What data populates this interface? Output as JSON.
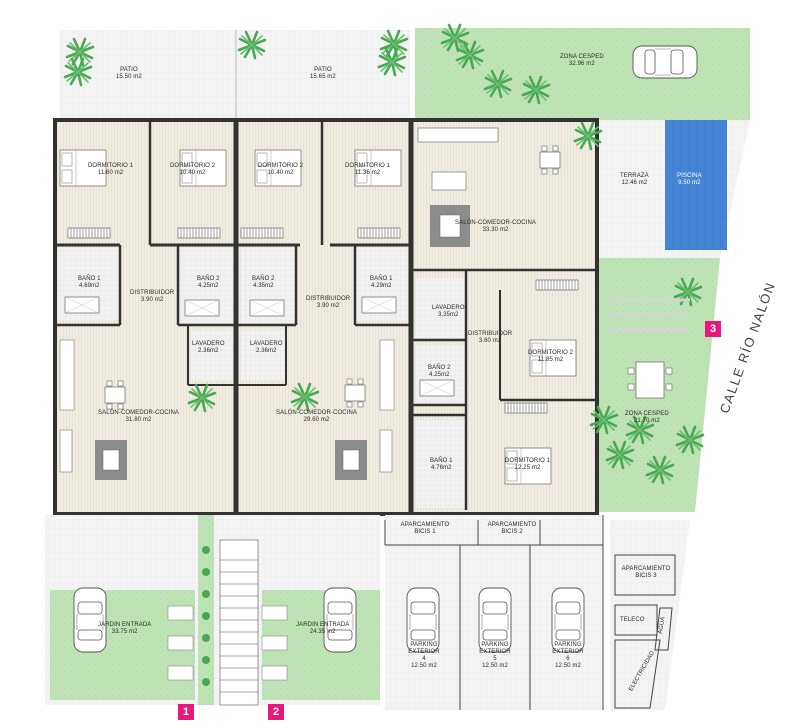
{
  "plan": {
    "colors": {
      "wall": "#3a3a3a",
      "wood_floor": "#efebe0",
      "tile_floor": "#ececec",
      "garden": "#b8e0b0",
      "pool": "#3e7fd1",
      "paving": "#f3f3f3",
      "marker": "#e8197d"
    },
    "rooms": [
      {
        "key": "patio_a",
        "name": "PATIO",
        "area": "15.50 m2"
      },
      {
        "key": "patio_b",
        "name": "PATIO",
        "area": "15.65 m2"
      },
      {
        "key": "zona_cesped_top",
        "name": "ZONA CESPED",
        "area": "32.96 m2"
      },
      {
        "key": "dorm1_a",
        "name": "DORMITORIO 1",
        "area": "11.60 m2"
      },
      {
        "key": "dorm2_a",
        "name": "DORMITORIO 2",
        "area": "10.40 m2"
      },
      {
        "key": "dorm2_b",
        "name": "DORMITORIO 2",
        "area": "10.40 m2"
      },
      {
        "key": "dorm1_b",
        "name": "DORMITORIO 1",
        "area": "11.36 m2"
      },
      {
        "key": "salon_c",
        "name": "SALÓN-COMEDOR-COCINA",
        "area": "33.30 m2"
      },
      {
        "key": "terraza",
        "name": "TERRAZA",
        "area": "12.46 m2"
      },
      {
        "key": "piscina",
        "name": "PISCINA",
        "area": "9.50 m2"
      },
      {
        "key": "bano1_a",
        "name": "BAÑO 1",
        "area": "4.69m2"
      },
      {
        "key": "bano2_a",
        "name": "BAÑO 2",
        "area": "4.25m2"
      },
      {
        "key": "bano2_b",
        "name": "BAÑO 2",
        "area": "4.35m2"
      },
      {
        "key": "bano1_b",
        "name": "BAÑO 1",
        "area": "4.29m2"
      },
      {
        "key": "distrib_a",
        "name": "DISTRIBUIDOR",
        "area": "3.90 m2"
      },
      {
        "key": "distrib_b",
        "name": "DISTRIBUIDOR",
        "area": "3.90 m2"
      },
      {
        "key": "lavadero_a",
        "name": "LAVADERO",
        "area": "2.36m2"
      },
      {
        "key": "lavadero_b",
        "name": "LAVADERO",
        "area": "2.36m2"
      },
      {
        "key": "lavadero_c",
        "name": "LAVADERO",
        "area": "3.35m2"
      },
      {
        "key": "distrib_c",
        "name": "DISTRIBUIDOR",
        "area": "3.60 m2"
      },
      {
        "key": "dorm2_c",
        "name": "DORMITORIO 2",
        "area": "11.85 m2"
      },
      {
        "key": "bano2_c",
        "name": "BAÑO 2",
        "area": "4.25m2"
      },
      {
        "key": "salon_a",
        "name": "SALÓN-COMEDOR-COCINA",
        "area": "31.80 m2"
      },
      {
        "key": "salon_b",
        "name": "SALÓN-COMEDOR-COCINA",
        "area": "29.60 m2"
      },
      {
        "key": "zona_cesped_r",
        "name": "ZONA CESPED",
        "area": "21.70 m2"
      },
      {
        "key": "bano1_c",
        "name": "BAÑO 1",
        "area": "4.76m2"
      },
      {
        "key": "dorm1_c",
        "name": "DORMITORIO 1",
        "area": "12.25 m2"
      },
      {
        "key": "aparc_bicis1",
        "name": "APARCAMIENTO BICIS 1",
        "area": ""
      },
      {
        "key": "aparc_bicis2",
        "name": "APARCAMIENTO BICIS 2",
        "area": ""
      },
      {
        "key": "aparc_bicis3",
        "name": "APARCAMIENTO BICIS 3",
        "area": ""
      },
      {
        "key": "jardin_a",
        "name": "JARDIN ENTRADA",
        "area": "33.75 m2"
      },
      {
        "key": "jardin_b",
        "name": "JARDIN ENTRADA",
        "area": "24.35 m2"
      },
      {
        "key": "parking4",
        "name": "PARKING EXTERIOR 4",
        "area": "12.50 m2"
      },
      {
        "key": "parking5",
        "name": "PARKING EXTERIOR 5",
        "area": "12.50 m2"
      },
      {
        "key": "parking6",
        "name": "PARKING EXTERIOR 6",
        "area": "12.50 m2"
      },
      {
        "key": "teleco",
        "name": "TELECO",
        "area": ""
      },
      {
        "key": "agua",
        "name": "AGUA",
        "area": ""
      },
      {
        "key": "electricidad",
        "name": "ELECTRICIDAD",
        "area": ""
      }
    ],
    "markers": [
      "1",
      "2",
      "3"
    ],
    "street_name": "CALLE RÍO NALÓN"
  }
}
